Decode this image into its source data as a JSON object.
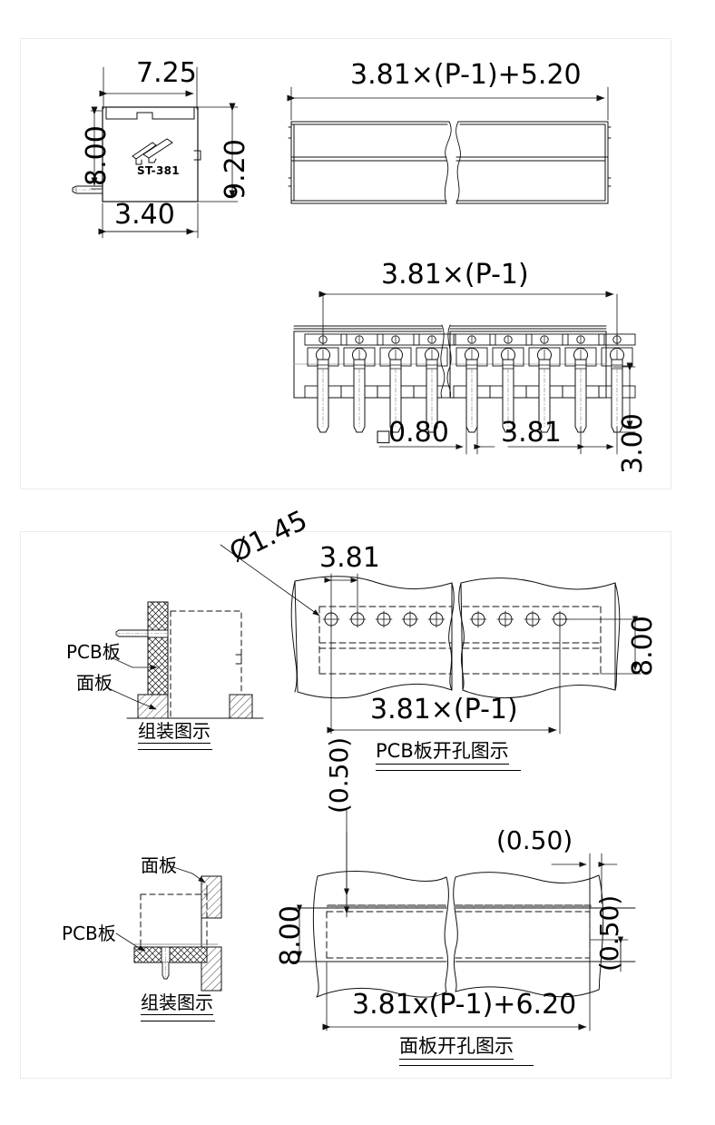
{
  "document": {
    "type": "mechanical-drawing",
    "part_series": "ST-381",
    "units": "mm",
    "panels": 2
  },
  "views": {
    "side_view": {
      "name": "side-profile-view",
      "logo_text": "ST-381",
      "dims": {
        "width_top": "7.25",
        "height_left": "8.00",
        "height_right": "9.20",
        "width_bottom": "3.40"
      }
    },
    "front_view": {
      "name": "front-elevation-view",
      "dims": {
        "overall_length": "3.81×(P-1)+5.20"
      }
    },
    "pin_view": {
      "name": "pin-row-view",
      "pin_count_left": 4,
      "pin_count_right": 5,
      "dims": {
        "span": "3.81×(P-1)",
        "pin_square": "0.80",
        "pin_square_prefix": "□",
        "pitch": "3.81",
        "pin_height": "3.00"
      }
    },
    "pcb_cutout": {
      "name": "pcb-cutout-view",
      "title": "PCB板开孔图示",
      "hole_count_left": 5,
      "hole_count_right": 4,
      "dims": {
        "hole_diameter": "Ø1.45",
        "pitch": "3.81",
        "span": "3.81×(P-1)",
        "height": "8.00"
      }
    },
    "panel_cutout": {
      "name": "panel-cutout-view",
      "title": "面板开孔图示",
      "dims": {
        "width": "3.81x(P-1)+6.20",
        "height": "8.00",
        "clearance_top": "(0.50)",
        "clearance_right": "(0.50)",
        "clearance_bottom": "(0.50)"
      }
    },
    "assembly_top": {
      "name": "assembly-diagram-vertical",
      "title": "组装图示",
      "label_pcb": "PCB板",
      "label_panel": "面板"
    },
    "assembly_bottom": {
      "name": "assembly-diagram-horizontal",
      "title": "组装图示",
      "label_pcb": "PCB板",
      "label_panel": "面板"
    }
  },
  "colors": {
    "line": "#1a1a1a",
    "thin_line": "#555555",
    "frame": "#e8eee2",
    "background": "#ffffff"
  }
}
